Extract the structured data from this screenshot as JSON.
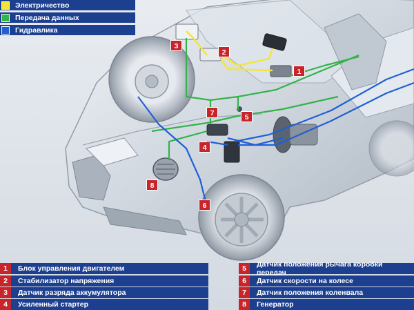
{
  "legend": [
    {
      "label": "Электричество",
      "color": "#f3e63a"
    },
    {
      "label": "Передача данных",
      "color": "#33b34a"
    },
    {
      "label": "Гидравлика",
      "color": "#1f5fd6"
    }
  ],
  "components": [
    {
      "num": "1",
      "label": "Блок управления двигателем"
    },
    {
      "num": "2",
      "label": "Стабилизатор напряжения"
    },
    {
      "num": "3",
      "label": "Датчик разряда аккумулятора"
    },
    {
      "num": "4",
      "label": "Усиленный стартер"
    },
    {
      "num": "5",
      "label": "Датчик положения рычага коробки передач"
    },
    {
      "num": "6",
      "label": "Датчик скорости на колесе"
    },
    {
      "num": "7",
      "label": "Датчик положения коленвала"
    },
    {
      "num": "8",
      "label": "Генератор"
    }
  ],
  "colors": {
    "badge": "#c8252b",
    "key_background": "#1c3f8f",
    "car_body": "#c9d1da"
  }
}
